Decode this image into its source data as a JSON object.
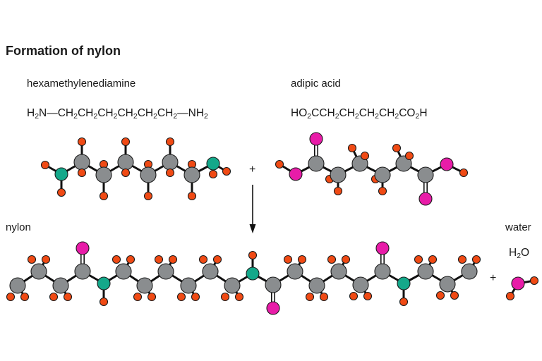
{
  "title": "Formation of nylon",
  "reactant1": {
    "name": "hexamethylenediamine",
    "formula_parts": [
      {
        "t": "H"
      },
      {
        "s": "2"
      },
      {
        "t": "N—CH"
      },
      {
        "s": "2"
      },
      {
        "t": "CH"
      },
      {
        "s": "2"
      },
      {
        "t": "CH"
      },
      {
        "s": "2"
      },
      {
        "t": "CH"
      },
      {
        "s": "2"
      },
      {
        "t": "CH"
      },
      {
        "s": "2"
      },
      {
        "t": "CH"
      },
      {
        "s": "2"
      },
      {
        "t": "—NH"
      },
      {
        "s": "2"
      }
    ]
  },
  "reactant2": {
    "name": "adipic acid",
    "formula_parts": [
      {
        "t": "HO"
      },
      {
        "s": "2"
      },
      {
        "t": "CCH"
      },
      {
        "s": "2"
      },
      {
        "t": "CH"
      },
      {
        "s": "2"
      },
      {
        "t": "CH"
      },
      {
        "s": "2"
      },
      {
        "t": "CH"
      },
      {
        "s": "2"
      },
      {
        "t": "CO"
      },
      {
        "s": "2"
      },
      {
        "t": "H"
      }
    ]
  },
  "plus_sign": "+",
  "product1": {
    "name": "nylon"
  },
  "product2": {
    "name": "water",
    "formula_parts": [
      {
        "t": "H"
      },
      {
        "s": "2"
      },
      {
        "t": "O"
      }
    ]
  },
  "legend_colors": {
    "carbon": "#8a8d8f",
    "hydrogen": "#f04a14",
    "nitrogen": "#14a88a",
    "oxygen": "#e81ca8",
    "bond": "#111111"
  }
}
